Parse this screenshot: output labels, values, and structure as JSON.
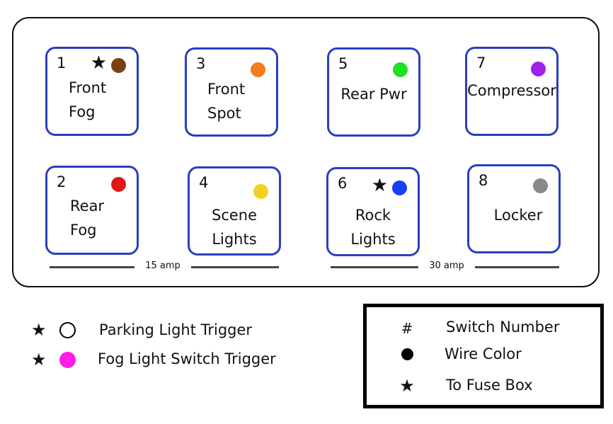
{
  "switches": [
    {
      "number": "1",
      "label": "Front\nFog",
      "wire_color": "#7b3f12",
      "fuse_box": true
    },
    {
      "number": "2",
      "label": "Rear\nFog",
      "wire_color": "#e01818",
      "fuse_box": false
    },
    {
      "number": "3",
      "label": "Front\nSpot",
      "wire_color": "#f57c1f",
      "fuse_box": false
    },
    {
      "number": "4",
      "label": "Scene\nLights",
      "wire_color": "#f2d21e",
      "fuse_box": false
    },
    {
      "number": "5",
      "label": "Rear Pwr",
      "wire_color": "#22e022",
      "fuse_box": false
    },
    {
      "number": "6",
      "label": "Rock\nLights",
      "wire_color": "#1a3ff0",
      "fuse_box": true
    },
    {
      "number": "7",
      "label": "Compressor",
      "wire_color": "#a020f0",
      "fuse_box": false
    },
    {
      "number": "8",
      "label": "Locker",
      "wire_color": "#8a8a8a",
      "fuse_box": false
    }
  ],
  "amp_groups": [
    {
      "label": "15 amp"
    },
    {
      "label": "30 amp"
    }
  ],
  "trigger_legend": [
    {
      "symbol": "★",
      "circle_color": "#ffffff",
      "circle_border": "#000000",
      "label": "Parking Light Trigger"
    },
    {
      "symbol": "★",
      "circle_color": "#ff1ee6",
      "circle_border": "#ff1ee6",
      "label": "Fog Light Switch Trigger"
    }
  ],
  "key": {
    "switch_number_symbol": "#",
    "switch_number_label": "Switch Number",
    "wire_color_label": "Wire Color",
    "fuse_box_symbol": "★",
    "fuse_box_label": "To Fuse Box"
  }
}
